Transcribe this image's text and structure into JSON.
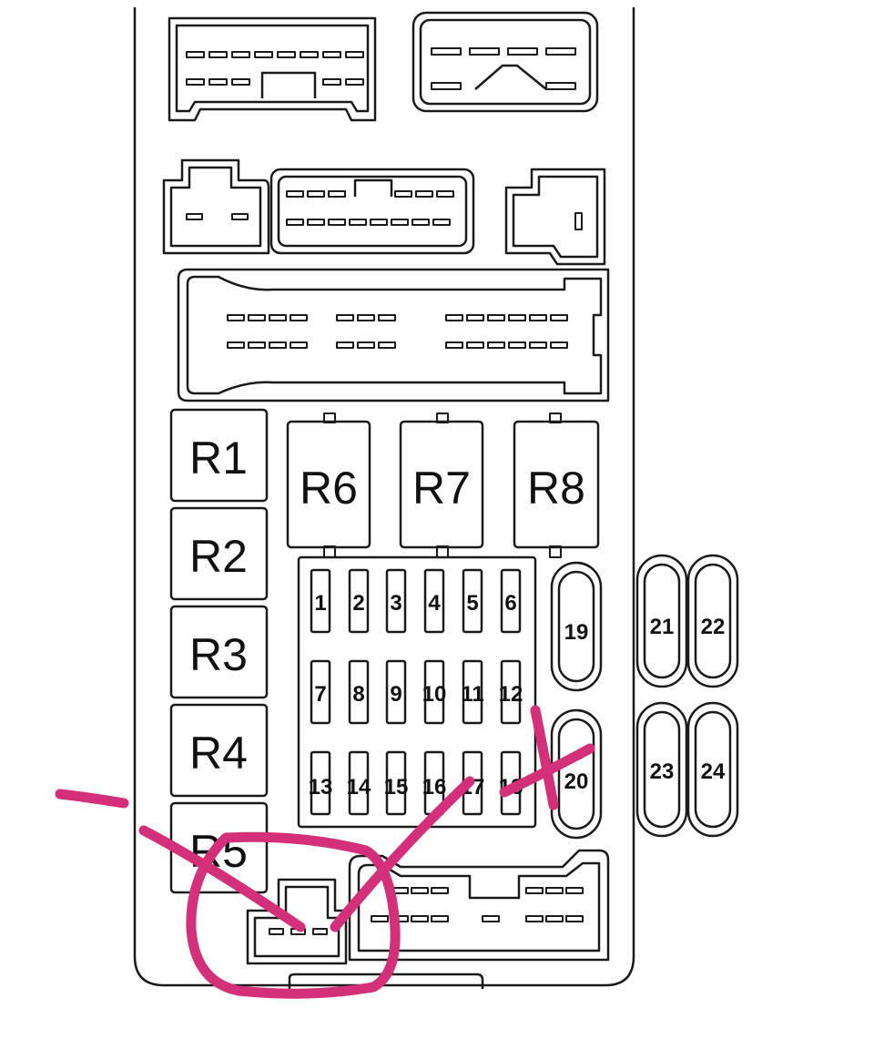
{
  "colors": {
    "line": "#1a1a1a",
    "background": "#ffffff",
    "annotation": "#d4307a"
  },
  "relays": {
    "left": [
      "R1",
      "R2",
      "R3",
      "R4",
      "R5"
    ],
    "top": [
      "R6",
      "R7",
      "R8"
    ]
  },
  "fuses": {
    "row1": [
      "1",
      "2",
      "3",
      "4",
      "5",
      "6"
    ],
    "row2": [
      "7",
      "8",
      "9",
      "10",
      "11",
      "12"
    ],
    "row3": [
      "13",
      "14",
      "15",
      "16",
      "17",
      "18"
    ],
    "large": [
      "19",
      "20"
    ],
    "outside": [
      "21",
      "22",
      "23",
      "24"
    ]
  }
}
